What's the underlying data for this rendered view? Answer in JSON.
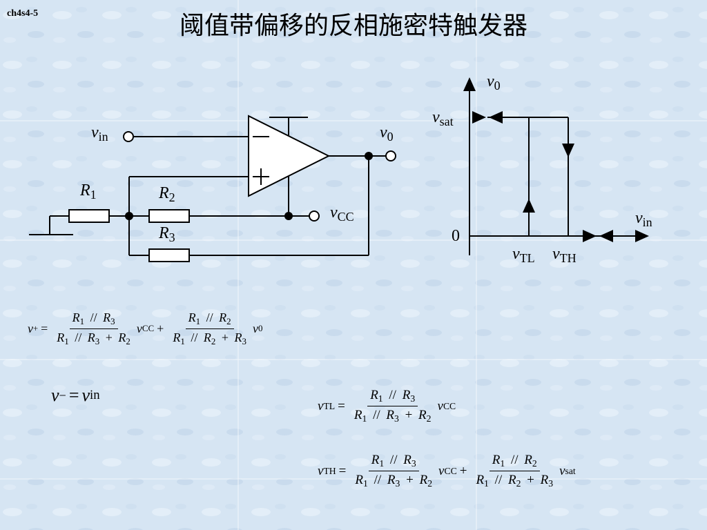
{
  "slide": {
    "tag": "ch4s4-5",
    "title": "阈值带偏移的反相施密特触发器"
  },
  "circuit": {
    "vin": {
      "sym": "v",
      "sub": "in"
    },
    "vo": {
      "sym": "v",
      "sub": "0"
    },
    "vcc": {
      "sym": "v",
      "sub": "CC"
    },
    "r1": {
      "sym": "R",
      "sub": "1"
    },
    "r2": {
      "sym": "R",
      "sub": "2"
    },
    "r3": {
      "sym": "R",
      "sub": "3"
    },
    "minus": "−",
    "plus": "+"
  },
  "graph": {
    "yaxis": {
      "sym": "v",
      "sub": "0"
    },
    "xaxis": {
      "sym": "v",
      "sub": "in"
    },
    "vsat": {
      "sym": "v",
      "sub": "sat"
    },
    "origin": "0",
    "vtl": {
      "sym": "v",
      "sub": "TL"
    },
    "vth": {
      "sym": "v",
      "sub": "TH"
    }
  },
  "equations": {
    "vplus": {
      "lhs": "v",
      "lhs_sup": "+",
      "t1_num": [
        "R",
        "1",
        " // ",
        "R",
        "3",
        ""
      ],
      "t1_den": [
        "R",
        "1",
        " // ",
        "R",
        "3",
        " + ",
        "R",
        "2"
      ],
      "t1_var": [
        "v",
        "CC"
      ],
      "t2_num": [
        "R",
        "1",
        " // ",
        "R",
        "2",
        ""
      ],
      "t2_den": [
        "R",
        "1",
        " // ",
        "R",
        "2",
        " + ",
        "R",
        "3"
      ],
      "t2_var": [
        "v",
        "0"
      ]
    },
    "vminus": {
      "lhs": "v",
      "lhs_sup": "−",
      "rhs": "v",
      "rhs_sub": "in"
    },
    "vtl": {
      "lhs": "v",
      "lhs_sub": "TL",
      "var": "v",
      "var_sub": "CC"
    },
    "vth": {
      "lhs": "v",
      "lhs_sub": "TH",
      "var1": "v",
      "var1_sub": "CC",
      "var2": "v",
      "var2_sub": "sat"
    }
  }
}
